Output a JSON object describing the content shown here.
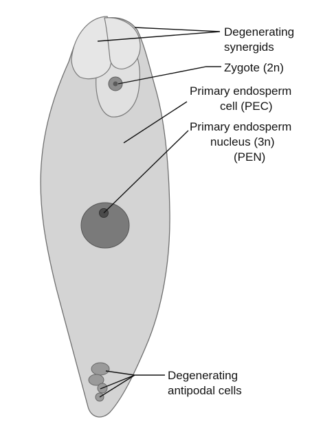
{
  "labels": {
    "synergids": {
      "line1": "Degenerating",
      "line2": "synergids"
    },
    "zygote": {
      "line1": "Zygote (2n)"
    },
    "pec": {
      "line1": "Primary endosperm",
      "line2": "cell (PEC)"
    },
    "pen": {
      "line1": "Primary endosperm",
      "line2": "nucleus (3n)",
      "line3": "(PEN)"
    },
    "antipodal": {
      "line1": "Degenerating",
      "line2": "antipodal cells"
    }
  },
  "colors": {
    "sac_fill": "#d4d4d4",
    "sac_outline": "#6e6e6e",
    "synergid_fill": "#e6e6e6",
    "zygote_cell_fill": "#e0e0e0",
    "zygote_nucleus": "#8c8c8c",
    "pen_fill": "#7a7a7a",
    "pen_core": "#4a4a4a",
    "antipodal_fill": "#9a9a9a",
    "text": "#111111"
  }
}
